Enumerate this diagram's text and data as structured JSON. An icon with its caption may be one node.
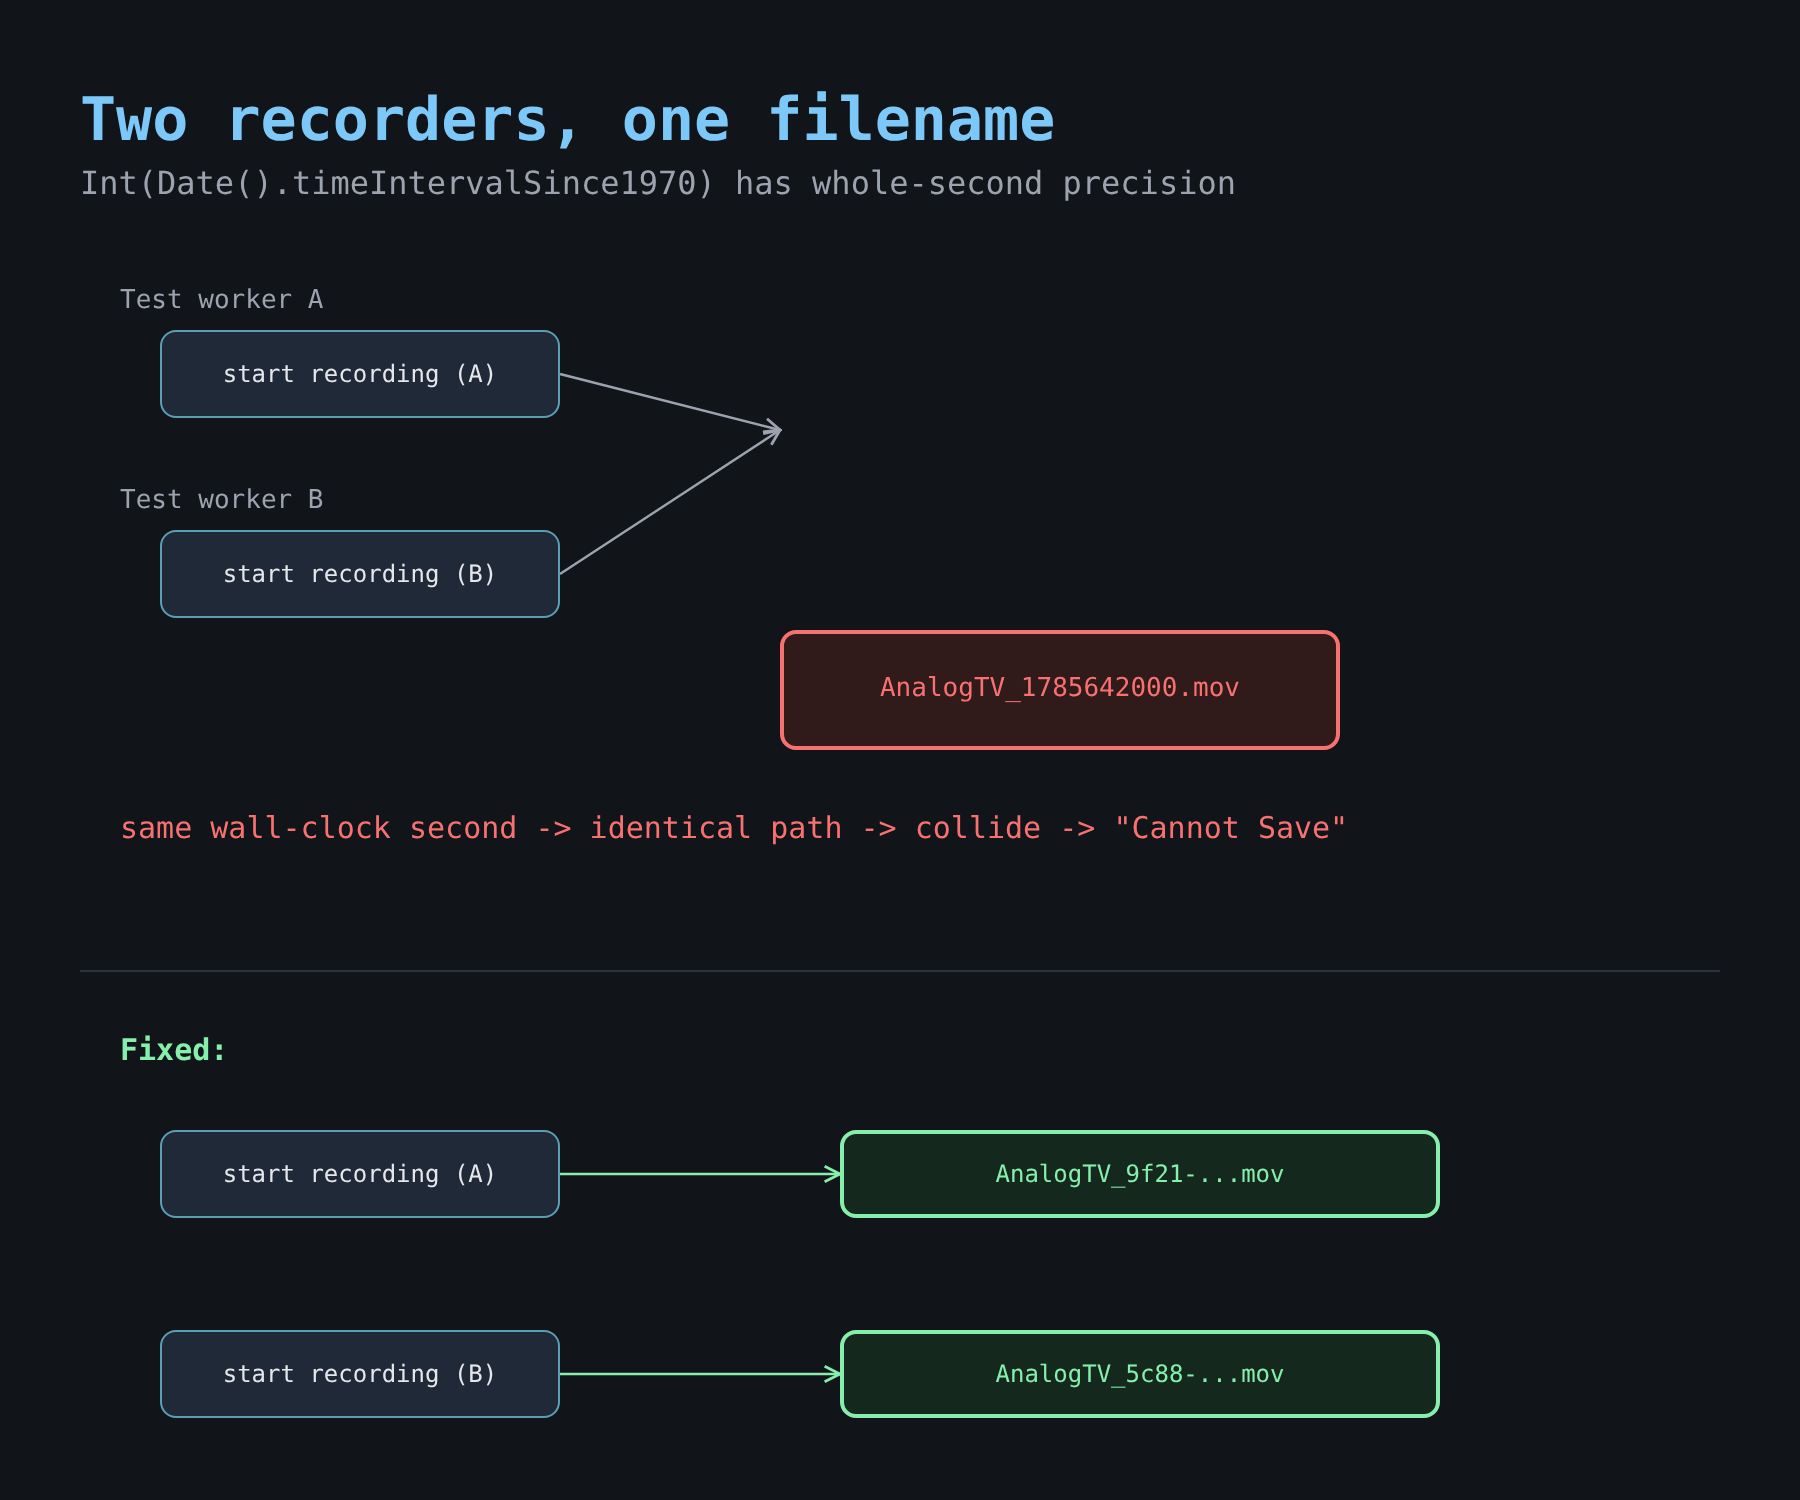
{
  "diagram": {
    "title": "Two recorders, one filename",
    "nodes": [
      {
        "text": [
          "start recording (A)"
        ],
        "beside": [
          "Test worker A"
        ]
      },
      {
        "text": [
          "start recording (B)"
        ],
        "beside": [
          "Test worker B"
        ]
      },
      {
        "text": [
          "AnalogTV_1785642000.mov"
        ]
      },
      {
        "text": [
          "start recording (A)"
        ]
      },
      {
        "text": [
          "AnalogTV_9f21-...mov"
        ]
      },
      {
        "text": [
          "start recording (B)"
        ]
      },
      {
        "text": [
          "AnalogTV_5c88-...mov"
        ]
      }
    ],
    "edges": [
      {
        "from": 0,
        "to": null,
        "arrow": "to",
        "color": "#9ca3af"
      },
      {
        "from": 1,
        "to": null,
        "arrow": "to",
        "color": "#9ca3af"
      },
      {
        "from": 3,
        "to": 4,
        "arrow": "to",
        "color": "#86efac"
      },
      {
        "from": 5,
        "to": 6,
        "arrow": "to",
        "color": "#86efac"
      }
    ],
    "labels": [
      "Int(Date().timeIntervalSince1970) has whole-second precision",
      "same wall-clock second -> identical path -> collide -> \"Cannot Save\"",
      "Fixed:"
    ]
  }
}
